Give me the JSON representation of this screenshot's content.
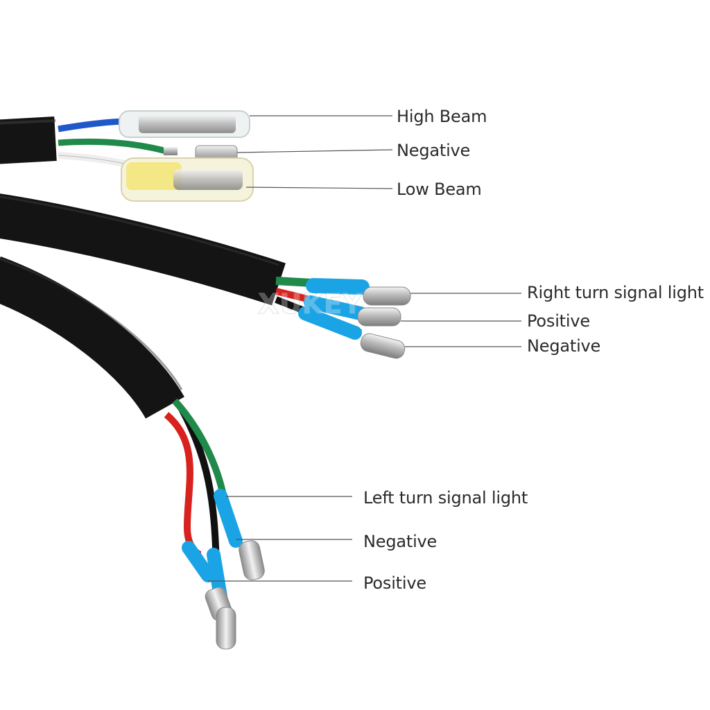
{
  "colors": {
    "cable_black": "#141414",
    "wire_blue": "#1f58c8",
    "wire_green": "#1f8a4a",
    "wire_white": "#f2f2f2",
    "wire_red": "#d8221e",
    "wire_black": "#111111",
    "heatshrink_blue": "#1aa4e6",
    "terminal_metal": "#c9c9c9",
    "leader_line": "#555555",
    "label_text": "#2a2a2a"
  },
  "watermark": "XUKEY",
  "headlight_group": {
    "labels": [
      "High Beam",
      "Negative",
      "Low Beam"
    ]
  },
  "right_signal_group": {
    "labels": [
      "Right turn signal light",
      "Positive",
      "Negative"
    ]
  },
  "left_signal_group": {
    "labels": [
      "Left turn signal light",
      "Negative",
      "Positive"
    ]
  }
}
